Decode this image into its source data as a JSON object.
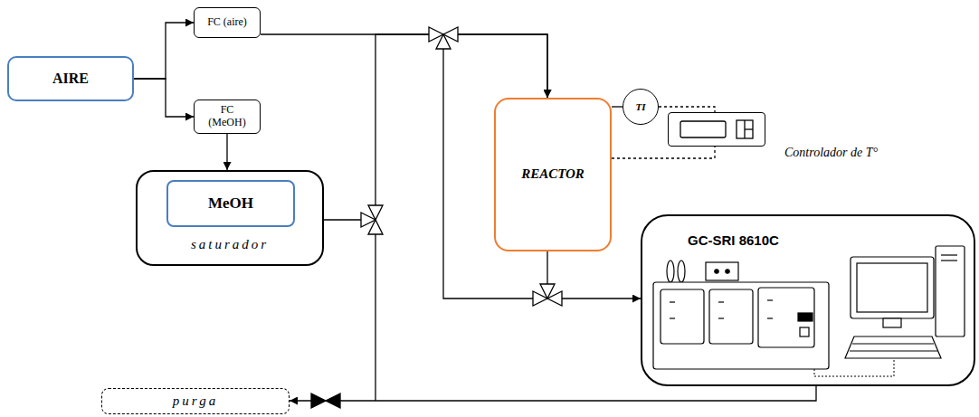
{
  "diagram": {
    "nodes": [
      {
        "text": [
          "AIRE"
        ]
      },
      {
        "text": [
          "FC (aire)"
        ]
      },
      {
        "text": [
          "FC (MeOH)"
        ]
      },
      {
        "text": [
          "saturador"
        ]
      },
      {
        "text": [
          "MeOH"
        ],
        "in": 3
      },
      {
        "text": [
          "REACTOR"
        ]
      },
      {
        "text": [
          "TI"
        ]
      },
      {
        "text": [
          "Controlador de T°"
        ]
      },
      {
        "text": [
          "GC-SRI 8610C"
        ]
      },
      {
        "text": [
          "purga"
        ]
      }
    ],
    "edges": [
      {
        "from": 0,
        "to": 1,
        "arrow": "to"
      },
      {
        "from": 0,
        "to": 2,
        "arrow": "to"
      },
      {
        "from": 2,
        "to": 3,
        "arrow": "to"
      },
      {
        "from": 1,
        "to": 5,
        "arrow": "to"
      },
      {
        "from": 3,
        "to": 5,
        "arrow": "to"
      },
      {
        "from": 5,
        "to": 8,
        "arrow": "to"
      },
      {
        "from": 8,
        "to": 9,
        "arrow": "to"
      },
      {
        "from": 5,
        "to": 6,
        "arrow": "none"
      },
      {
        "from": 6,
        "to": 7,
        "arrow": "none"
      },
      {
        "from": 5,
        "to": 7,
        "arrow": "none"
      }
    ]
  }
}
